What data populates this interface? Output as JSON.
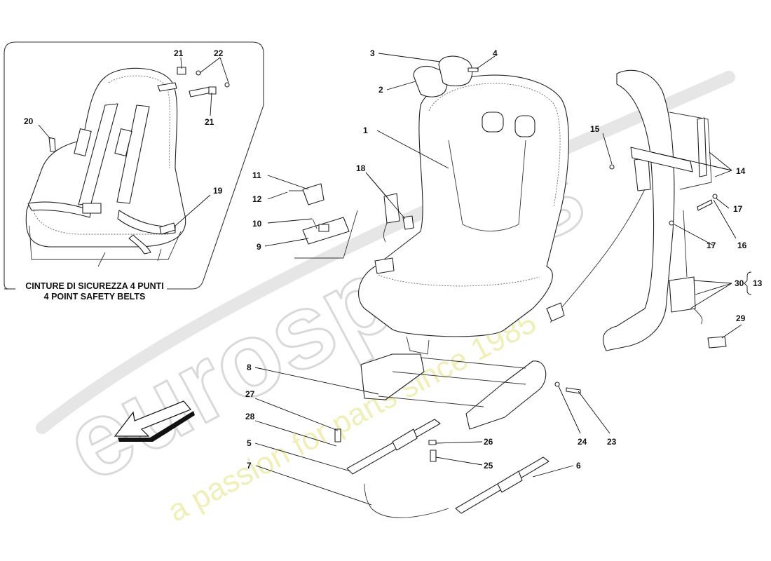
{
  "inset_caption": {
    "line1": "CINTURE DI SICUREZZA 4 PUNTI",
    "line2": "4 POINT SAFETY BELTS"
  },
  "watermark": {
    "brand": "eurospares",
    "tagline": "a passion for parts since 1985"
  },
  "callouts": [
    {
      "id": "1",
      "text": "1"
    },
    {
      "id": "2",
      "text": "2"
    },
    {
      "id": "3",
      "text": "3"
    },
    {
      "id": "4",
      "text": "4"
    },
    {
      "id": "5",
      "text": "5"
    },
    {
      "id": "6",
      "text": "6"
    },
    {
      "id": "7",
      "text": "7"
    },
    {
      "id": "8",
      "text": "8"
    },
    {
      "id": "9",
      "text": "9"
    },
    {
      "id": "10",
      "text": "10"
    },
    {
      "id": "11",
      "text": "11"
    },
    {
      "id": "12",
      "text": "12"
    },
    {
      "id": "13",
      "text": "13"
    },
    {
      "id": "14",
      "text": "14"
    },
    {
      "id": "15",
      "text": "15"
    },
    {
      "id": "16",
      "text": "16"
    },
    {
      "id": "17a",
      "text": "17"
    },
    {
      "id": "17b",
      "text": "17"
    },
    {
      "id": "18",
      "text": "18"
    },
    {
      "id": "19",
      "text": "19"
    },
    {
      "id": "20",
      "text": "20"
    },
    {
      "id": "21a",
      "text": "21"
    },
    {
      "id": "21b",
      "text": "21"
    },
    {
      "id": "22",
      "text": "22"
    },
    {
      "id": "23",
      "text": "23"
    },
    {
      "id": "24",
      "text": "24"
    },
    {
      "id": "25",
      "text": "25"
    },
    {
      "id": "26",
      "text": "26"
    },
    {
      "id": "27",
      "text": "27"
    },
    {
      "id": "28",
      "text": "28"
    },
    {
      "id": "29",
      "text": "29"
    },
    {
      "id": "30",
      "text": "30"
    }
  ]
}
